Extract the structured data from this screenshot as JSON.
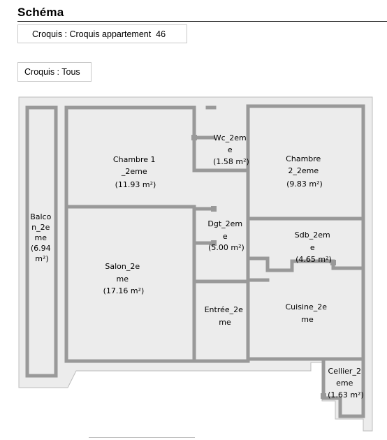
{
  "section_title": "Schéma",
  "croquis_selector": {
    "label": "Croquis : Croquis appartement  46"
  },
  "filter_selector": {
    "label": "Croquis : Tous"
  },
  "rooms": {
    "balcon": {
      "lines": [
        "Balco",
        "n_2e",
        "me",
        "(6.94",
        "m²)"
      ]
    },
    "chambre1": {
      "lines": [
        "Chambre 1",
        "_2eme",
        "(11.93 m²)"
      ]
    },
    "wc": {
      "lines": [
        "Wc_2em",
        "e",
        "(1.58 m²)"
      ]
    },
    "chambre2": {
      "lines": [
        "Chambre",
        "2_2eme",
        "(9.83 m²)"
      ]
    },
    "dgt": {
      "lines": [
        "Dgt_2em",
        "e",
        "(5.00 m²)"
      ]
    },
    "sdb": {
      "lines": [
        "Sdb_2em",
        "e",
        "(4.65 m²)"
      ]
    },
    "salon": {
      "lines": [
        "Salon_2e",
        "me",
        "(17.16 m²)"
      ]
    },
    "entree": {
      "lines": [
        "Entrée_2e",
        "me"
      ]
    },
    "cuisine": {
      "lines": [
        "Cuisine_2e",
        "me"
      ]
    },
    "cellier": {
      "lines": [
        "Cellier_2",
        "eme",
        "(1.63 m²)"
      ]
    }
  }
}
